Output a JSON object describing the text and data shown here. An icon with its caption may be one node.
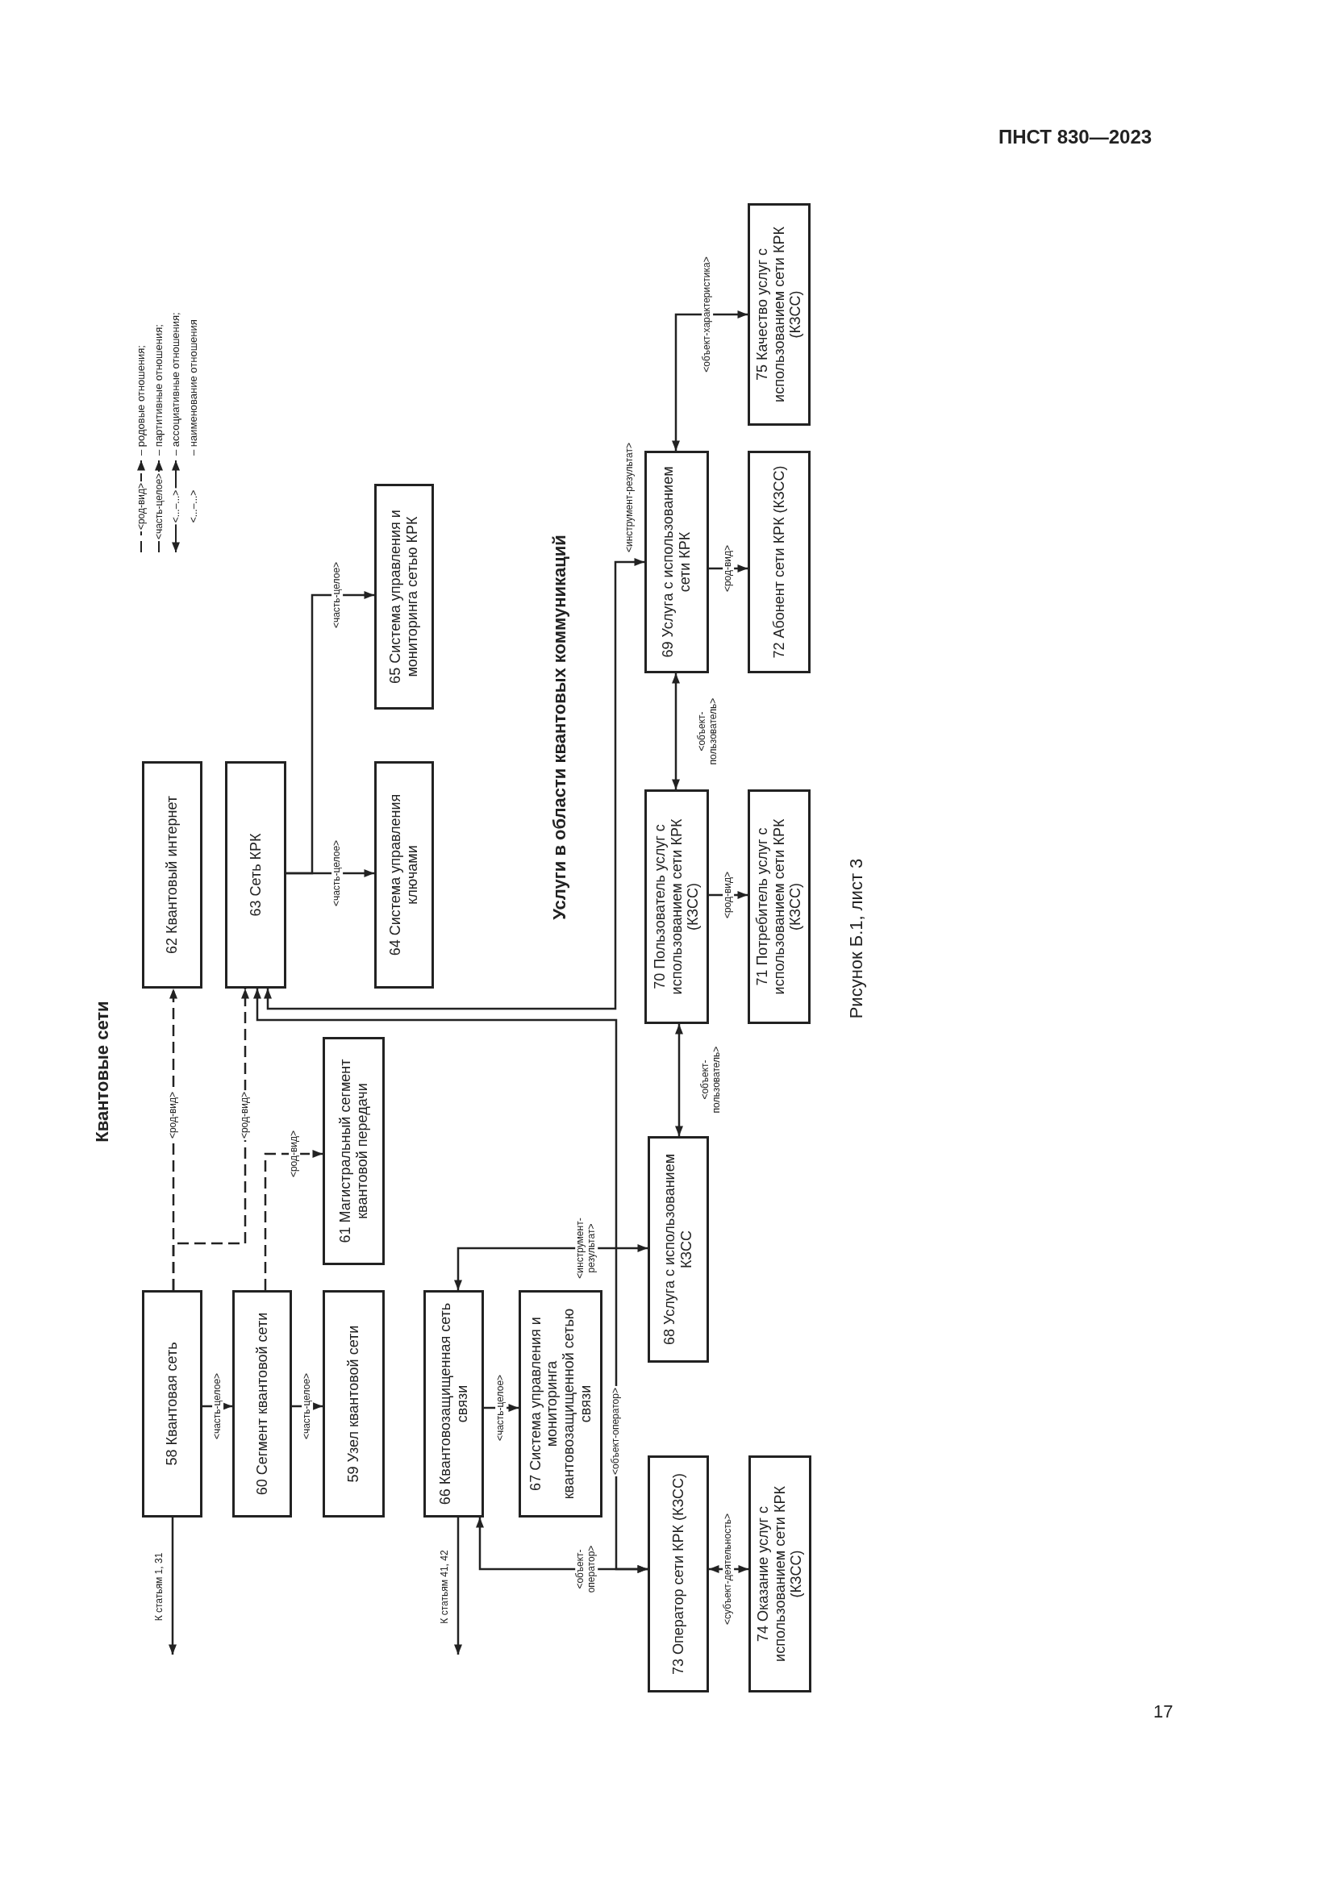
{
  "diagram": {
    "title": "Квантовые сети",
    "caption": "Рисунок Б.1, лист 3",
    "nodes": [
      {
        "text": [
          "58 Квантовая сеть"
        ]
      },
      {
        "text": [
          "60 Сегмент квантовой сети"
        ]
      },
      {
        "text": [
          "59 Узел квантовой сети"
        ]
      },
      {
        "text": [
          "61 Магистральный сегмент квантовой передачи"
        ]
      },
      {
        "text": [
          "62 Квантовый интернет"
        ]
      },
      {
        "text": [
          "63 Сеть КРК"
        ]
      },
      {
        "text": [
          "64 Система управления ключами"
        ]
      },
      {
        "text": [
          "65 Система управления и мониторинга сетью КРК"
        ]
      },
      {
        "text": [
          "66 Квантовозащищенная сеть связи"
        ]
      },
      {
        "text": [
          "67 Система управления и мониторинга квантовозащищенной сетью связи"
        ]
      },
      {
        "text": [
          "73 Оператор сети КРК (КЗСС)"
        ]
      },
      {
        "text": [
          "74 Оказание услуг с использованием сети КРК (КЗСС)"
        ]
      },
      {
        "text": [
          "68 Услуга с использованием КЗСС"
        ]
      },
      {
        "text": [
          "70 Пользователь услуг с использованием сети КРК (КЗСС)"
        ]
      },
      {
        "text": [
          "71 Потребитель услуг с использованием сети КРК (КЗСС)"
        ]
      },
      {
        "text": [
          "69 Услуга с использованием сети КРК"
        ]
      },
      {
        "text": [
          "72 Абонент сети КРК (КЗСС)"
        ]
      },
      {
        "text": [
          "75 Качество услуг с использованием сети КРК (КЗСС)"
        ]
      }
    ],
    "edges": [
      {
        "from": 0,
        "to": 1,
        "arrow": "to",
        "label": "<часть-целое>"
      },
      {
        "from": 1,
        "to": 2,
        "arrow": "to",
        "label": "<часть-целое>"
      },
      {
        "from": 0,
        "to": 4,
        "arrow": "to",
        "label": "<род-вид>",
        "style": "dashed"
      },
      {
        "from": 0,
        "to": 5,
        "arrow": "to",
        "label": "<род-вид>",
        "style": "dashed"
      },
      {
        "from": 1,
        "to": 3,
        "arrow": "to",
        "label": "<род-вид>",
        "style": "dashed"
      },
      {
        "from": 5,
        "to": 6,
        "arrow": "to",
        "label": "<часть-целое>"
      },
      {
        "from": 5,
        "to": 7,
        "arrow": "to",
        "label": "<часть-целое>"
      },
      {
        "from": 8,
        "to": 9,
        "arrow": "to",
        "label": "<часть-целое>"
      },
      {
        "from": 8,
        "to": null,
        "arrow": "to",
        "label": "К статьям 41, 42"
      },
      {
        "from": 0,
        "to": null,
        "arrow": "to",
        "label": "К статьям 1, 31"
      },
      {
        "from": 12,
        "to": 8,
        "arrow": "both",
        "label": "<инструмент-результат>"
      },
      {
        "from": 10,
        "to": 8,
        "arrow": "both",
        "label": "<объект-оператор>"
      },
      {
        "from": 10,
        "to": 5,
        "arrow": "both",
        "label": "<объект-оператор>"
      },
      {
        "from": 15,
        "to": 5,
        "arrow": "both",
        "label": "<инструмент-результат>"
      },
      {
        "from": 13,
        "to": 12,
        "arrow": "both",
        "label": "<объект-пользователь>"
      },
      {
        "from": 15,
        "to": 13,
        "arrow": "both",
        "label": "<объект-пользователь>"
      },
      {
        "from": 15,
        "to": 17,
        "arrow": "both",
        "label": "<объект-характеристика>"
      },
      {
        "from": 15,
        "to": 16,
        "arrow": "to",
        "label": "<род-вид>"
      },
      {
        "from": 13,
        "to": 14,
        "arrow": "to",
        "label": "<род-вид>"
      },
      {
        "from": 10,
        "to": 11,
        "arrow": "both",
        "label": "<субъект-деятельность>"
      }
    ],
    "labels": [
      "ПНСТ 830—2023",
      "Услуги в области квантовых коммуникаций",
      "<род-вид>",
      "<часть-целое>",
      "<...–...>",
      "<...–...>",
      "17"
    ],
    "legend": [
      {
        "text": "– родовые отношения;"
      },
      {
        "text": "– партитивные отношения;"
      },
      {
        "text": "– ассоциативные отношения;"
      },
      {
        "text": "– наименование отношения"
      }
    ]
  }
}
